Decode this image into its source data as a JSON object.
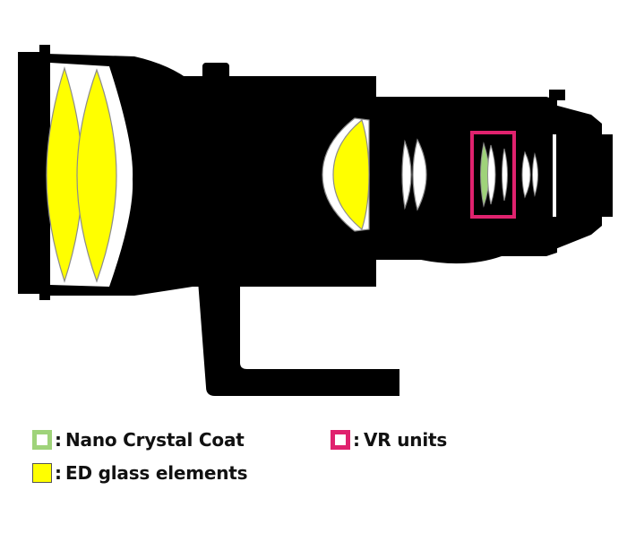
{
  "colors": {
    "barrel": "#000000",
    "ed_glass": "#ffff00",
    "nano_coat": "#9fd37a",
    "vr_unit": "#e0226e",
    "lens_white": "#ffffff",
    "lens_outline": "#8c8c8c"
  },
  "legend": {
    "nano": {
      "label": "Nano Crystal Coat",
      "icon": "nano-crystal-coat-swatch"
    },
    "ed": {
      "label": "ED glass elements",
      "icon": "ed-glass-swatch"
    },
    "vr": {
      "label": "VR units",
      "icon": "vr-unit-swatch"
    },
    "separator": ":"
  }
}
